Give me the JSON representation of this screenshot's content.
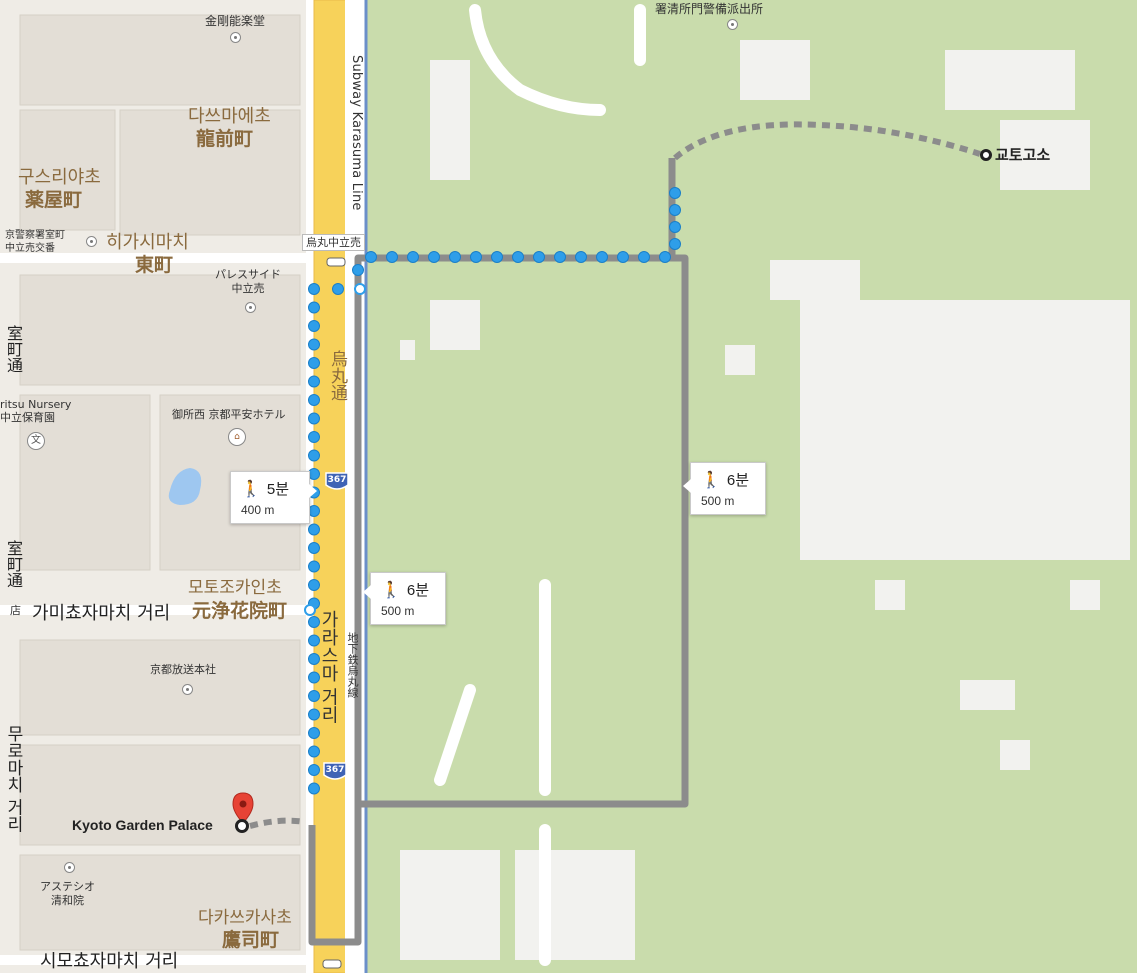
{
  "labels": {
    "poi_top": "金剛能楽堂",
    "guard_office": "署清所門警備派出所",
    "district_damasamaecho_kr": "다쓰마에초",
    "district_damasamaecho_jp": "龍前町",
    "district_kusuriyacho_kr": "구스리야초",
    "district_kusuriyacho_jp": "薬屋町",
    "police_box": "京警察署室町\n中立売交番",
    "district_higashimachi_kr": "히가시마치",
    "district_higashimachi_jp": "東町",
    "palaceside_name": "パレスサイド\n中立売",
    "crossing_top": "烏丸中立売",
    "subway_line_en": "Subway Karasuma Line",
    "road_karasuma_jp": "烏丸通",
    "nursery": "ritsu Nursery\n中立保育園",
    "hotel": "御所西 京都平安ホテル",
    "route_shield": "367",
    "district_motojoka_kr": "모토조카인초",
    "district_motojoka_jp": "元浄花院町",
    "street_kamichoja": "가미쵸자마치 거리",
    "road_karasuma_kr": "가라스마 거리",
    "subway_line_jp": "地下鉄烏丸線",
    "broadcast": "京都放送本社",
    "street_murocho_upper": "室町通",
    "street_murocho_lower": "室町通",
    "street_muromachi_kr": "무로마치 거리",
    "edge_char": "店",
    "kyoto_garden_palace": "Kyoto Garden Palace",
    "kyoto_gosho": "교토고소",
    "astesio": "アステシオ\n清和院",
    "district_takatsukasa_kr": "다카쓰카사초",
    "district_takatsukasa_jp": "鷹司町",
    "street_shimochoja": "시모쵸자마치 거리"
  },
  "callouts": [
    {
      "time": "5분",
      "distance": "400 m"
    },
    {
      "time": "6분",
      "distance": "500 m"
    },
    {
      "time": "6분",
      "distance": "500 m"
    }
  ],
  "colors": {
    "route_blue": "#2e9ee9",
    "route_gray": "#8c8c8c",
    "karasuma_road": "#f7d25a",
    "park_green": "#c9dcac",
    "pin_red": "#e74335"
  }
}
